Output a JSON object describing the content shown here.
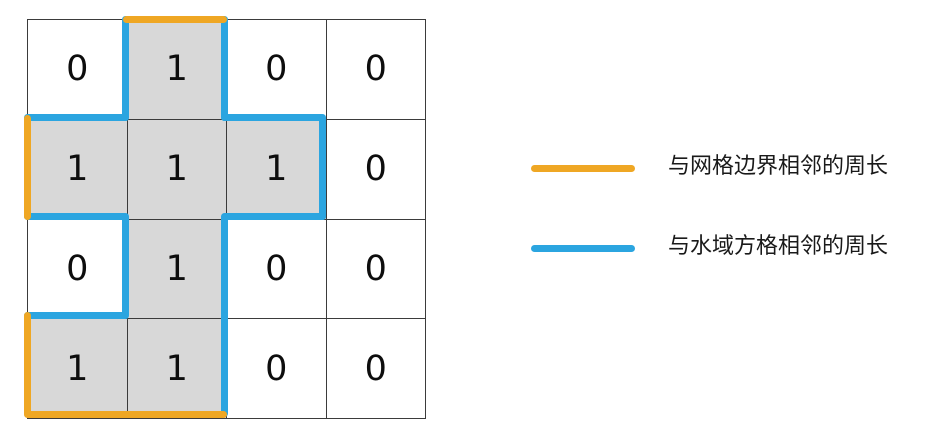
{
  "figure": {
    "type": "grid-diagram",
    "title": "",
    "grid": {
      "rows": 4,
      "cols": 4,
      "values": [
        [
          "0",
          "1",
          "0",
          "0"
        ],
        [
          "1",
          "1",
          "1",
          "0"
        ],
        [
          "0",
          "1",
          "0",
          "0"
        ],
        [
          "1",
          "1",
          "0",
          "0"
        ]
      ],
      "land_value": "1",
      "water_value": "0",
      "land_fill_color": "#d8d8d8",
      "water_fill_color": "#ffffff",
      "cell_border_color": "#3b3b3b"
    },
    "perimeter": {
      "grid_boundary_color": "#EFA724",
      "water_adjacent_color": "#2BA5E0",
      "grid_boundary_segments": [
        {
          "edge": "top",
          "row": 0,
          "col": 1
        },
        {
          "edge": "left",
          "row": 1,
          "col": 0
        },
        {
          "edge": "left",
          "row": 3,
          "col": 0
        },
        {
          "edge": "bottom",
          "row": 3,
          "col": 0
        },
        {
          "edge": "bottom",
          "row": 3,
          "col": 1
        }
      ],
      "water_adjacent_segments": [
        {
          "edge": "left",
          "row": 0,
          "col": 1
        },
        {
          "edge": "right",
          "row": 0,
          "col": 1
        },
        {
          "edge": "top",
          "row": 1,
          "col": 0
        },
        {
          "edge": "top",
          "row": 1,
          "col": 2
        },
        {
          "edge": "right",
          "row": 1,
          "col": 2
        },
        {
          "edge": "bottom",
          "row": 1,
          "col": 0
        },
        {
          "edge": "bottom",
          "row": 1,
          "col": 2
        },
        {
          "edge": "left",
          "row": 2,
          "col": 1
        },
        {
          "edge": "right",
          "row": 2,
          "col": 1
        },
        {
          "edge": "right",
          "row": 3,
          "col": 1
        },
        {
          "edge": "top",
          "row": 3,
          "col": 0
        }
      ]
    }
  },
  "legend": {
    "items": [
      {
        "color": "#EFA724",
        "swatch_name": "orange-line-swatch",
        "label": "与网格边界相邻的周长"
      },
      {
        "color": "#2BA5E0",
        "swatch_name": "blue-line-swatch",
        "label": "与水域方格相邻的周长"
      }
    ]
  }
}
